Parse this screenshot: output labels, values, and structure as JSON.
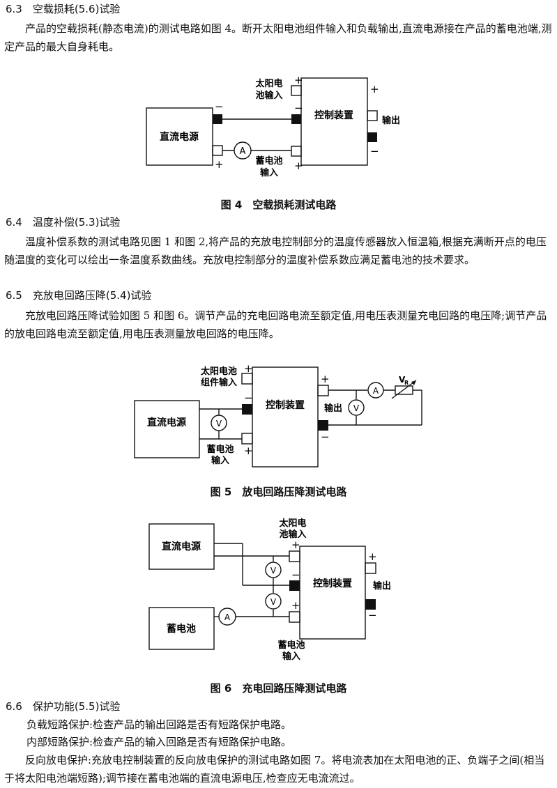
{
  "s63": {
    "heading": "6.3　空载损耗(5.6)试验",
    "para": "产品的空载损耗(静态电流)的测试电路如图 4。断开太阳电池组件输入和负载输出,直流电源接在产品的蓄电池端,测定产品的最大自身耗电。"
  },
  "fig4": {
    "dc": "直流电源",
    "ctrl": "控制装置",
    "solar1": "太阳电",
    "solar2": "池输入",
    "out": "输出",
    "batt1": "蓄电池",
    "batt2": "输入",
    "ammeter": "A",
    "plus": "+",
    "minus": "−",
    "caption": "图 4　空载损耗测试电路"
  },
  "s64": {
    "heading": "6.4　温度补偿(5.3)试验",
    "para": "温度补偿系数的测试电路见图 1 和图 2,将产品的充放电控制部分的温度传感器放入恒温箱,根据充满断开点的电压随温度的变化可以绘出一条温度系数曲线。充放电控制部分的温度补偿系数应满足蓄电池的技术要求。"
  },
  "s65": {
    "heading": "6.5　充放电回路压降(5.4)试验",
    "para": "充放电回路压降试验如图 5 和图 6。调节产品的充电回路电流至额定值,用电压表测量充电回路的电压降;调节产品的放电回路电流至额定值,用电压表测量放电回路的电压降。"
  },
  "fig5": {
    "dc": "直流电源",
    "ctrl": "控制装置",
    "solar1": "太阳电池",
    "solar2": "组件输入",
    "out": "输出",
    "batt1": "蓄电池",
    "batt2": "输入",
    "ammeter": "A",
    "voltmeter": "V",
    "vr": "V",
    "vr_sub": "R",
    "plus": "+",
    "minus": "−",
    "caption": "图 5　放电回路压降测试电路"
  },
  "fig6": {
    "dc": "直流电源",
    "battery": "蓄电池",
    "ctrl": "控制装置",
    "solar1": "太阳电",
    "solar2": "池输入",
    "out": "输出",
    "batt1": "蓄电池",
    "batt2": "输入",
    "ammeter": "A",
    "voltmeter": "V",
    "plus": "+",
    "minus": "−",
    "caption": "图 6　充电回路压降测试电路"
  },
  "s66": {
    "heading": "6.6　保护功能(5.5)试验",
    "line1": "负载短路保护:检查产品的输出回路是否有短路保护电路。",
    "line2": "内部短路保护:检查产品的输入回路是否有短路保护电路。",
    "para": "反向放电保护:充放电控制装置的反向放电保护的测试电路如图 7。将电流表加在太阳电池的正、负端子之间(相当于将太阳电池端短路);调节接在蓄电池端的直流电源电压,检查应无电流流过。"
  }
}
